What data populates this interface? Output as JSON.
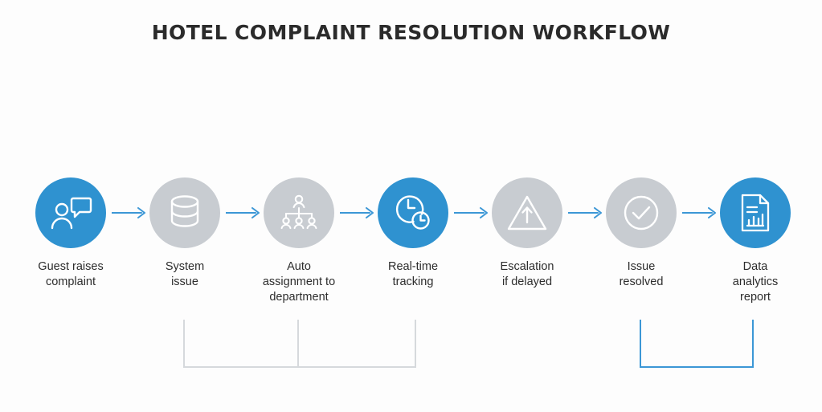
{
  "page": {
    "title": "HOTEL COMPLAINT RESOLUTION WORKFLOW",
    "background_color": "#fdfdfd",
    "accent_blue": "#2f92d0",
    "accent_gray": "#c8ccd1",
    "arrow_color": "#3c97d6"
  },
  "workflow": {
    "steps": [
      {
        "index": 1,
        "label": "Guest raises\ncomplaint",
        "label_line1": "Guest raises",
        "label_line2": "complaint",
        "icon": "person-speech-bubble-icon",
        "color": "blue"
      },
      {
        "index": 2,
        "label": "System\nissue",
        "label_line1": "System",
        "label_line2": "issue",
        "icon": "database-icon",
        "color": "gray"
      },
      {
        "index": 3,
        "label": "Auto\nassignment to\ndepartment",
        "label_line1": "Auto",
        "label_line2": "assignment to",
        "label_line3": "department",
        "icon": "org-chart-icon",
        "color": "gray"
      },
      {
        "index": 4,
        "label": "Real-time\ntracking",
        "label_line1": "Real-time",
        "label_line2": "tracking",
        "icon": "clock-icon",
        "color": "blue"
      },
      {
        "index": 5,
        "label": "Escalation\nif delayed",
        "label_line1": "Escalation",
        "label_line2": "if delayed",
        "icon": "warning-triangle-up-arrow-icon",
        "color": "gray"
      },
      {
        "index": 6,
        "label": "Issue\nresolved",
        "label_line1": "Issue",
        "label_line2": "resolved",
        "icon": "check-circle-icon",
        "color": "gray"
      },
      {
        "index": 7,
        "label": "Data\nanalytics\nreport",
        "label_line1": "Data",
        "label_line2": "analytics",
        "label_line3": "report",
        "icon": "report-bar-chart-document-icon",
        "color": "blue"
      }
    ],
    "arrows": [
      {
        "from": 1,
        "to": 2
      },
      {
        "from": 2,
        "to": 3
      },
      {
        "from": 3,
        "to": 4
      },
      {
        "from": 4,
        "to": 5
      },
      {
        "from": 5,
        "to": 6
      },
      {
        "from": 6,
        "to": 7
      }
    ],
    "brackets": [
      {
        "name": "gray-bracket",
        "spans_steps": [
          2,
          4
        ],
        "has_middle_tick": true,
        "color": "#d6d9dc"
      },
      {
        "name": "blue-bracket",
        "spans_steps": [
          6,
          7
        ],
        "has_middle_tick": false,
        "color": "#3c97d6"
      }
    ]
  }
}
